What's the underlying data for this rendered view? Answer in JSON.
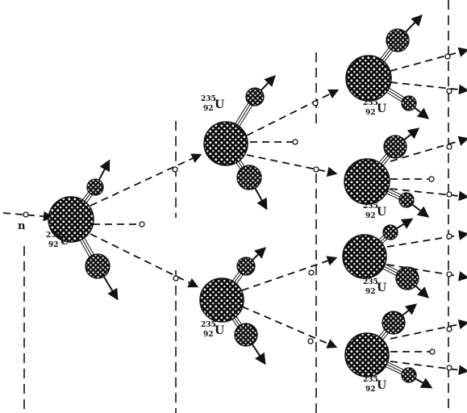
{
  "diagram": {
    "neutron_label": "n",
    "nucleus_label": {
      "mass_number": "235",
      "atomic_number": "92",
      "symbol": "U"
    },
    "generations": [
      {
        "generation": 1,
        "nuclei": 1
      },
      {
        "generation": 2,
        "nuclei": 2
      },
      {
        "generation": 3,
        "nuclei": 4
      }
    ],
    "colors": {
      "ink": "#111111",
      "background": "#ffffff"
    }
  }
}
